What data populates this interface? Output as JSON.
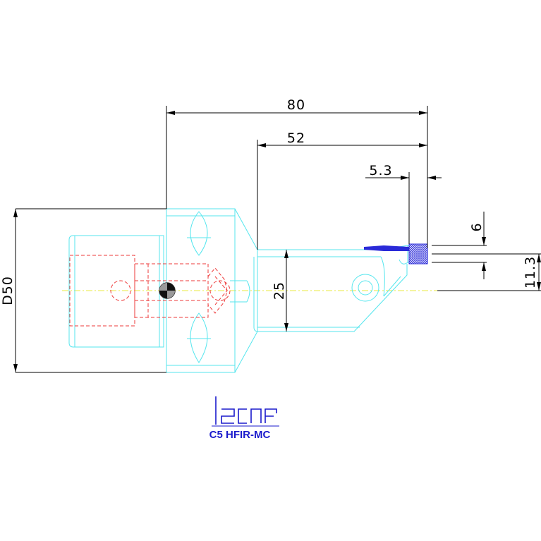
{
  "drawing": {
    "dimensions": {
      "overall_length": "80",
      "head_length": "52",
      "tip_offset": "5.3",
      "diameter": "D50",
      "height": "25",
      "width": "6",
      "depth": "11.3"
    },
    "logo_text": "iscar",
    "caption": "C5 HFIR-MC",
    "colors": {
      "body": "#55e6ee",
      "hidden": "#ee3a3a",
      "centerline": "#e8e840",
      "dimension": "#000000",
      "insert": "#2a2ad8",
      "caption": "#1a1acc"
    }
  }
}
